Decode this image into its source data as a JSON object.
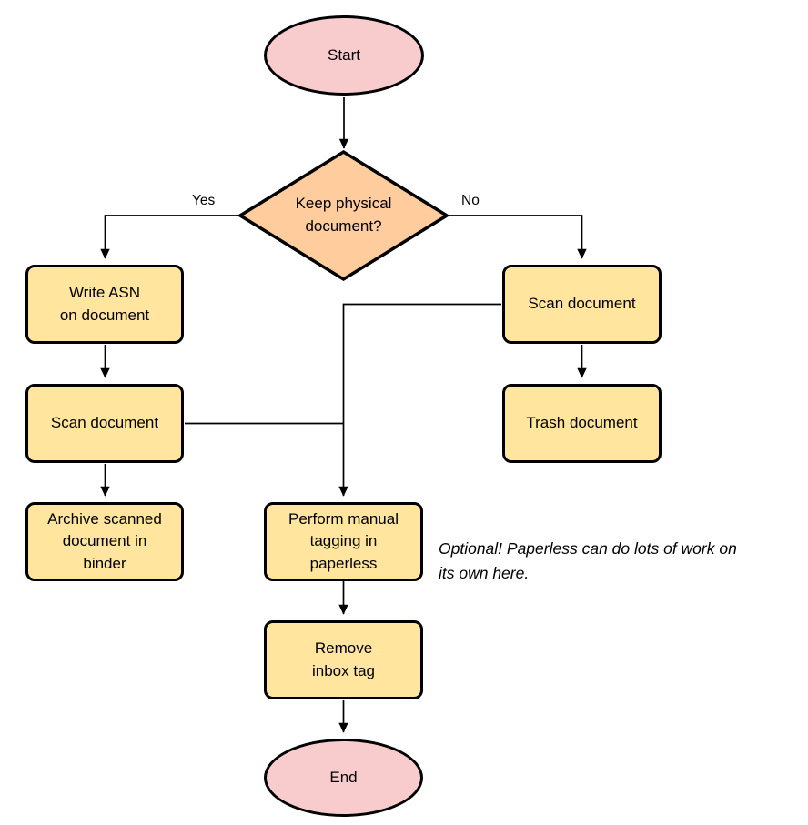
{
  "diagram": {
    "type": "flowchart",
    "nodes": {
      "start": {
        "label": "Start",
        "shape": "terminator"
      },
      "decision": {
        "label": "Keep physical\ndocument?",
        "shape": "decision"
      },
      "write_asn": {
        "label": "Write ASN\non document",
        "shape": "process"
      },
      "scan_left": {
        "label": "Scan document",
        "shape": "process"
      },
      "archive": {
        "label": "Archive scanned\ndocument in\nbinder",
        "shape": "process"
      },
      "scan_right": {
        "label": "Scan document",
        "shape": "process"
      },
      "trash": {
        "label": "Trash document",
        "shape": "process"
      },
      "perform_tagging": {
        "label": "Perform manual\ntagging in\npaperless",
        "shape": "process"
      },
      "remove_inbox": {
        "label": "Remove\ninbox tag",
        "shape": "process"
      },
      "end": {
        "label": "End",
        "shape": "terminator"
      }
    },
    "edge_labels": {
      "yes": "Yes",
      "no": "No"
    },
    "annotation": "Optional! Paperless can do lots of work on\nits own here.",
    "colors": {
      "terminal_fill": "#f8cccc",
      "decision_fill": "#ffcc9e",
      "process_fill": "#ffe59d",
      "stroke": "#000000",
      "background": "#ffffff"
    }
  }
}
